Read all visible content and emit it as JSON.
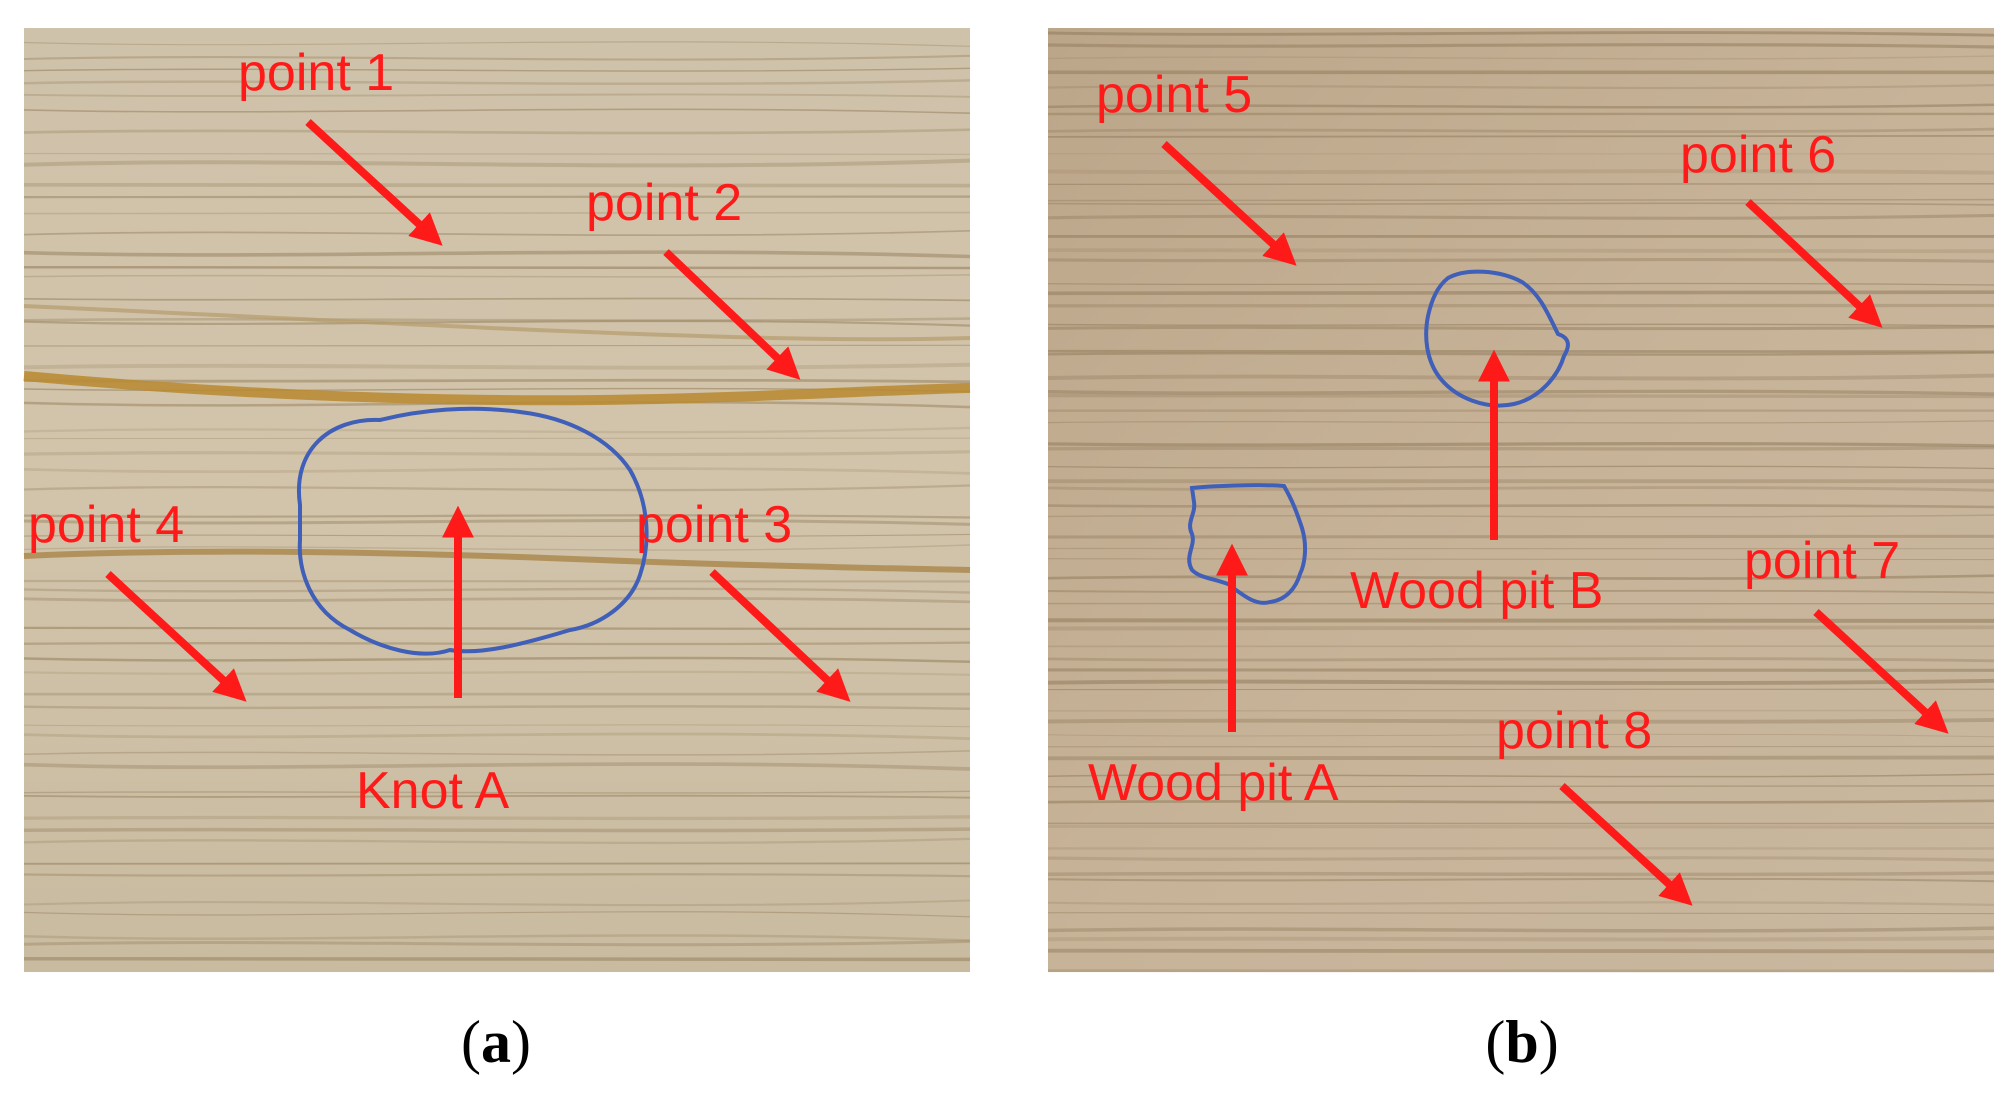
{
  "colors": {
    "annotation_red": "#ff1a1a",
    "outline_blue": "#3f5fb8",
    "wood_a_base": "#cdbfa6",
    "wood_b_base": "#c2ad92"
  },
  "panel_a": {
    "caption_open": "(",
    "caption_letter": "a",
    "caption_close": ")",
    "labels": {
      "point1": "point 1",
      "point2": "point 2",
      "point3": "point 3",
      "point4": "point 4",
      "knot": "Knot A"
    }
  },
  "panel_b": {
    "caption_open": "(",
    "caption_letter": "b",
    "caption_close": ")",
    "labels": {
      "point5": "point 5",
      "point6": "point 6",
      "point7": "point 7",
      "point8": "point 8",
      "pitA": "Wood pit A",
      "pitB": "Wood pit B"
    }
  }
}
